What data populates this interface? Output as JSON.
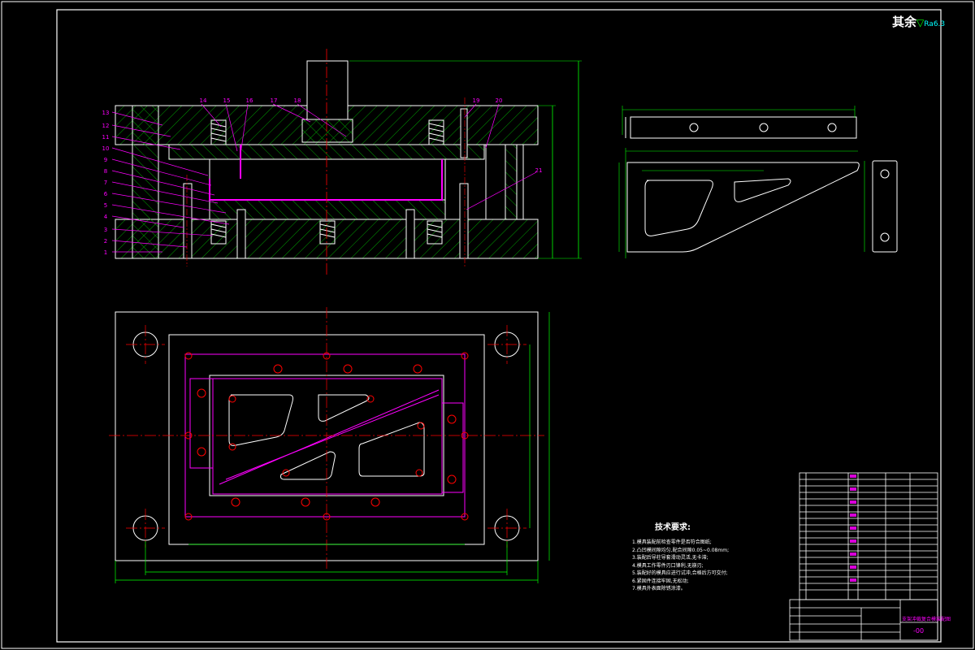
{
  "roughness": {
    "label": "其余",
    "symbol": "▽",
    "value": "Ra6.3"
  },
  "tech_requirements": {
    "title": "技术要求:",
    "items": [
      "1.模具装配前检查零件是否符合图纸;",
      "2.凸凹模间隙均匀,配合间隙0.05~0.08mm;",
      "3.装配后导柱导套滑动灵活,无卡滞;",
      "4.模具工作零件刃口锋利,无崩刃;",
      "5.装配好的模具应进行试冲,合格后方可交付;",
      "6.紧固件连接牢固,无松动;",
      "7.模具外表面除锈涂漆。"
    ]
  },
  "part_labels": [
    "1",
    "2",
    "3",
    "4",
    "5",
    "6",
    "7",
    "8",
    "9",
    "10",
    "11",
    "12",
    "13"
  ],
  "top_labels": [
    "14",
    "15",
    "16",
    "17",
    "18",
    "19",
    "20"
  ],
  "right_label": "21",
  "title_block": {
    "title": "支架冲裁复合模装配图",
    "drawing_no": "-00"
  },
  "colors": {
    "frame": "#ffffff",
    "hatch": "#00ff00",
    "parts": "#ffff00",
    "center": "#ff0000",
    "label": "#ff00ff",
    "dim": "#00ff00"
  }
}
